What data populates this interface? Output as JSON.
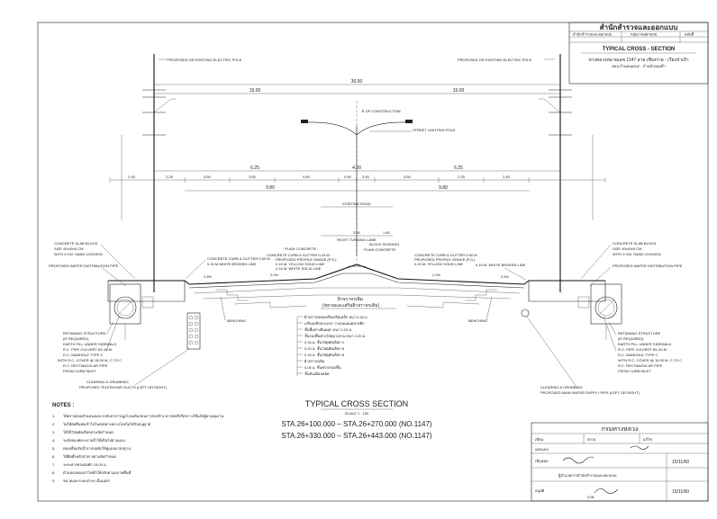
{
  "title_block": {
    "agency": "สำนักสำรวจและออกแบบ",
    "headers": [
      "สำนักสำรวจและออกแบบ",
      "กลุ่มงานออกแบบ",
      "แผ่นที่"
    ],
    "drawing_title": "TYPICAL CROSS - SECTION",
    "road_line1": "ทางหลวงหมายเลข 1147 สาย เชียงราย - เวียงป่าเป้า",
    "road_line2": "ตอน บ้านหนองแก - บ้านห้วยแม่ต๋ำ"
  },
  "drawing": {
    "cl_label": "℄ OF CONSTRUCTION",
    "pole_left_label": "PROPOSED OR EXISTING ELECTRIC POLE",
    "pole_right_label": "PROPOSED OR EXISTING ELECTRIC POLE",
    "street_light_label": "STREET LIGHTING POLE",
    "dim_total": "30.00",
    "dim_half_left": "15.00",
    "dim_half_right": "15.00",
    "dim_sub_left": "6.25",
    "dim_sub_right": "6.25",
    "dim_seg": [
      "2.45",
      "2.25",
      "3.50",
      "3.50",
      "0.50",
      "0.50",
      "3.50",
      "3.50",
      "2.25",
      "2.45"
    ],
    "dim_mid": "4.00",
    "dim_inner_left": "9.80",
    "dim_inner_right": "9.80",
    "median_label": "EXISTING ROAD",
    "median_sub": "RIGHT TURNING LANE",
    "dim_300": "3.00",
    "dim_160": "1.60",
    "slab_left_title": "CONCRETE SLAB BLOCK",
    "slab_left_size": "SIZE 40x40x5 CM.",
    "slab_left_sand": "WITH 5 CM. SAND CUSHION",
    "water_pipe_left": "PROPOSED WATER DISTRIBUTION PIPE",
    "curb_left": "CONCRETE CURB & GUTTER 0.50 M.",
    "broken_left": "0.15 M.WHITE BROKEN LINE",
    "plain_concrete_l": "PLAIN CONCRETE",
    "curb_center": "CONCRETE CURB & GUTTER 0.15 M.",
    "profile_grade_l": "PROPOSED PROFILE GRADE (P.G.)",
    "yellow_line_l": "0.15 M. YELLOW SOLID LINE",
    "white_solid_l": "0.15 M. WHITE SOLID LINE",
    "block_sodding": "BLOCK SODDING",
    "plain_concrete_r": "PLAIN CONCRETE",
    "curb_right": "CONCRETE CURB & GUTTER 0.50 M.",
    "profile_grade_r": "PROPOSED PROFILE GRADE (P.G.)",
    "yellow_line_r": "0.15 M. YELLOW SOLID LINE",
    "broken_right": "0.15 M. WHITE BROKEN LINE",
    "slab_right_title": "CONCRETE SLAB BLOCK",
    "slab_right_size": "SIZE 40x40x5 CM.",
    "slab_right_sand": "WITH 5 CM. SAND CUSHION",
    "water_pipe_right": "PROPOSED WATER DISTRIBUTION PIPE",
    "slope_l": "2.5%",
    "slope_l2": "2.0%",
    "slope_r": "2.0%",
    "slope_r2": "2.5%",
    "benching_l": "BENCHING",
    "benching_r": "BENCHING",
    "pavement_note_1": "ผิวจราจรเดิม",
    "pavement_note_2": "(ขยายและเสริมผิวจราจรเดิม)",
    "retaining_l": [
      "RETAINING STRUCTURE",
      "(IF REQUIRED)",
      "EARTH FILL UNDER SIDEWALK",
      "R.C. PIPE CULVERT Ø1.00 M.",
      "R.C. MANHOLE TYPE C",
      "WITH R.C. COVER @ 15.00 M. C TO C",
      "R.C. RECTANGULAR PIPE",
      "FROM CURB INLET"
    ],
    "retaining_r": [
      "RETAINING STRUCTURE",
      "(IF REQUIRED)",
      "EARTH FILL UNDER SIDEWALK",
      "R.C. PIPE CULVERT Ø1.00 M.",
      "R.C. MANHOLE TYPE C",
      "WITH R.C. COVER @ 15.00 M. C TO C",
      "R.C. RECTANGULAR PIPE",
      "FROM CURB INLET"
    ],
    "clearing_l": "CLEARING & GRUBBING",
    "telephone_l": "PROPOSED TELEPHONE DUCTS (LEFT OR RIGHT)",
    "clearing_r": "CLEARING & GRUBBING",
    "water_main_r": "PROPOSED MAIN WATER SUPPLY PIPE (LEFT OR RIGHT)",
    "layer_notes": [
      "ผิวจราจรคอนกรีตเสริมเหล็ก หนา 0.25 ม.",
      "เสริมเหล็กตะแกรง วางบนแผ่นพลาสติก",
      "ชั้นพื้นทางหินคลุก หนา 0.15 ม.",
      "ชั้นรองพื้นทางวัสดุมวลรวม หนา 0.20 ม.",
      "0.15 ม. ชั้นวัสดุคัดเลือก ก",
      "0.20 ม. ชั้นวัสดุคัดเลือก ข",
      "0.15 ม. ชั้นวัสดุคัดเลือก ค",
      "ผิวจราจรเดิม",
      "0.05 ม. ชั้นทรายรองพื้น",
      "ชั้นดินเดิมบดอัด"
    ],
    "section_title": "TYPICAL CROSS SECTION",
    "section_scale": "SCALE 1 : 100",
    "sta_rows": [
      "STA.26+100.000 – STA.26+270.000 (NO.1147)",
      "STA.26+330.000 – STA.26+443.000 (NO.1147)"
    ]
  },
  "notes": {
    "heading": "NOTES :",
    "items": [
      "ให้ตรวจสอบตำแหน่งและระดับสาธารณูปโภคเดิมก่อนการก่อสร้าง หากพบสิ่งกีดขวางให้แจ้งผู้ควบคุมงาน",
      "ไม่ให้ต่อยื่นท่อเข้าไปในเขตทางหลวงโดยไม่ได้รับอนุญาต",
      "ให้ใช้วัสดุคัดเลือกตามข้อกำหนด",
      "ระดับของท่อระบายน้ำให้เป็นไปตามแบบ",
      "ท่อเหลี่ยมรับน้ำจากบ่อพักให้ดูแบบมาตรฐาน",
      "ให้ติดตั้งหลักนำทางตามข้อกำหนด",
      "ระยะห่างของบ่อพัก 15.00 ม.",
      "ตำแหน่งของเสาไฟฟ้าให้ปรับตามสภาพพื้นที่",
      "ขนาดและระยะต่างๆ เป็นเมตร"
    ]
  },
  "right_block": {
    "department": "กรมทางหลวง",
    "row1_a": "เขียน",
    "row1_b": "ตรวจ",
    "row1_c": "แก้ไข",
    "row2_a": "ออกแบบ",
    "row3": "เห็นชอบ",
    "row4": "ผู้อำนวยการสำนักสำรวจและออกแบบ",
    "row5": "อนุมัติ",
    "row5_sub": "นาย",
    "date1": "15/11/60",
    "date2": "15/11/60"
  }
}
